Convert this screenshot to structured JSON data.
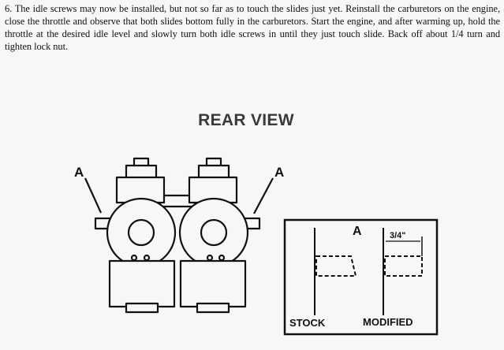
{
  "instruction": {
    "text": "6.  The idle screws may now be installed, but not so far as to touch the slides just yet.  Reinstall the carburetors on the engine, close the throttle and observe that both slides bottom fully in the carburetors. Start the engine, and after warming up, hold the throttle at the desired idle level and slowly turn both idle screws in until they just touch slide.  Back off about 1/4 turn and tighten lock nut."
  },
  "figure": {
    "title": "REAR VIEW",
    "callout_left": "A",
    "callout_right": "A"
  },
  "inset": {
    "callout": "A",
    "dimension": "3/4\"",
    "label_stock": "STOCK",
    "label_modified": "MODIFIED"
  },
  "colors": {
    "ink": "#111111",
    "paper": "#f7f7f5",
    "heading": "#3a3a3a"
  }
}
